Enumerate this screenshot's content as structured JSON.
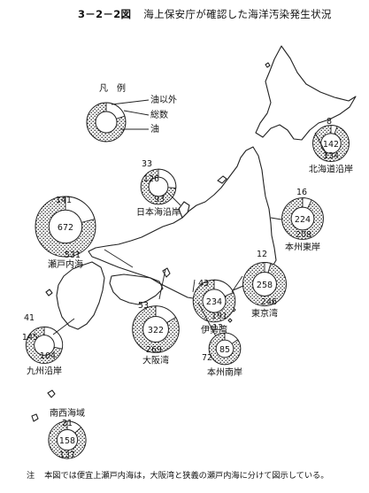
{
  "title": {
    "number": "3－2－2図",
    "text": "海上保安庁が確認した海洋汚染発生状況"
  },
  "legend": {
    "heading": "凡　例",
    "other": "油以外",
    "total": "総数",
    "oil": "油"
  },
  "regions": [
    {
      "name": "北海道沿岸",
      "total": 142,
      "other": 8,
      "oil": 134
    },
    {
      "name": "日本海沿岸",
      "total": 126,
      "other": 33,
      "oil": 93
    },
    {
      "name": "本州東岸",
      "total": 224,
      "other": 16,
      "oil": 208
    },
    {
      "name": "瀬戸内海",
      "total": 672,
      "other": 141,
      "oil": 531
    },
    {
      "name": "東京湾",
      "total": 258,
      "other": 12,
      "oil": 246
    },
    {
      "name": "伊勢湾",
      "total": 234,
      "other": 43,
      "oil": 191
    },
    {
      "name": "大阪湾",
      "total": 322,
      "other": 53,
      "oil": 269
    },
    {
      "name": "九州沿岸",
      "total": 145,
      "other": 41,
      "oil": 104
    },
    {
      "name": "本州南岸",
      "total": 85,
      "other": 13,
      "oil": 72
    },
    {
      "name": "南西海域",
      "total": 158,
      "other": 21,
      "oil": 137
    }
  ],
  "note": {
    "mark": "注",
    "text": "本図では便宜上瀬戸内海は，大阪湾と狭義の瀬戸内海に分けて図示している。"
  }
}
